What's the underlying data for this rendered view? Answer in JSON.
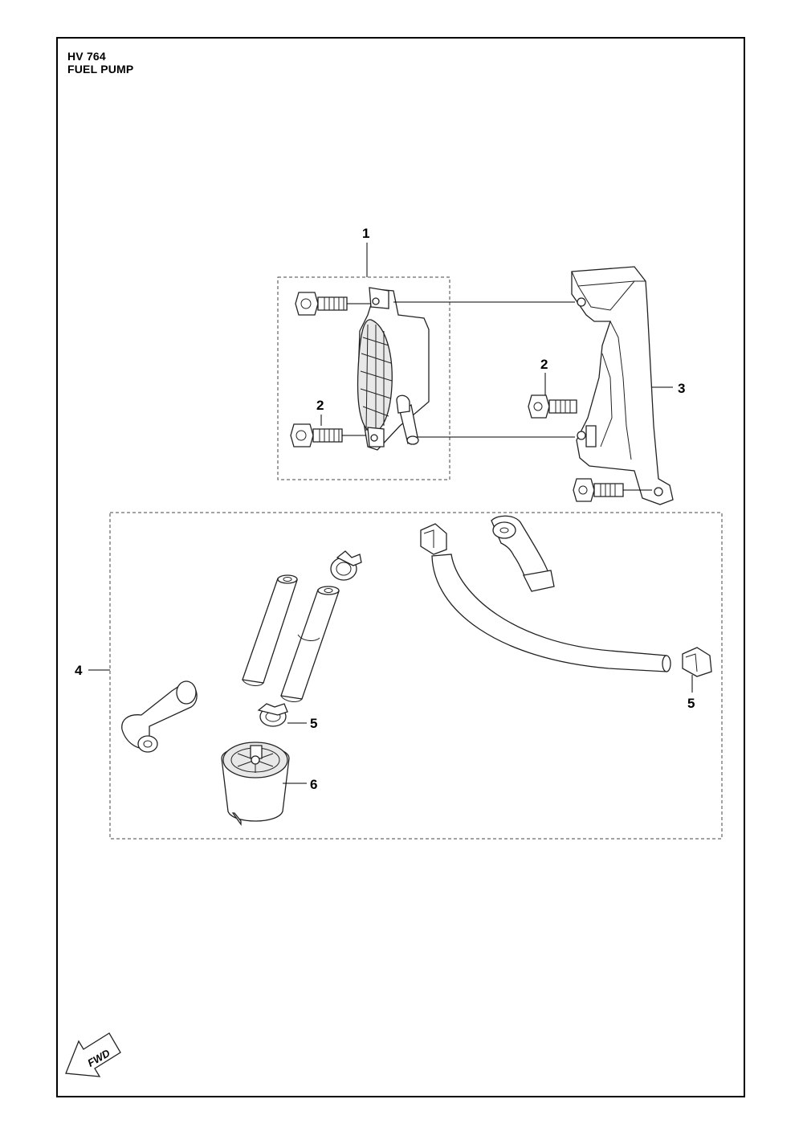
{
  "header": {
    "model": "HV 764",
    "section": "FUEL PUMP"
  },
  "callouts": {
    "c1": "1",
    "c2a": "2",
    "c2b": "2",
    "c3": "3",
    "c4": "4",
    "c5a": "5",
    "c5b": "5",
    "c6": "6"
  },
  "direction": {
    "label": "FWD"
  },
  "icons": {
    "direction_arrow": "fwd-arrow-icon"
  }
}
